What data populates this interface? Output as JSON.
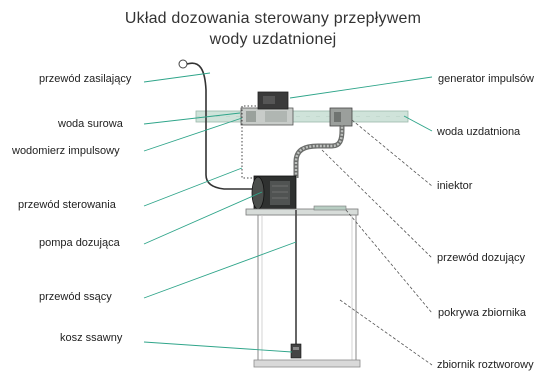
{
  "title_line1": "Układ dozowania sterowany przepływem",
  "title_line2": "wody uzdatnionej",
  "labels_left": [
    "przewód zasilający",
    "woda surowa",
    "wodomierz impulsowy",
    "przewód sterowania",
    "pompa dozująca",
    "przewód ssący",
    "kosz ssawny"
  ],
  "labels_right": [
    "generator impulsów",
    "woda uzdatniona",
    "iniektor",
    "przewód dozujący",
    "pokrywa zbiornika",
    "zbiornik roztworowy"
  ],
  "colors": {
    "leader_line": "#2fa58a",
    "pipe": "#cfe3da",
    "device": "#3a3a3a",
    "tank_outline": "#8a8a8a"
  }
}
